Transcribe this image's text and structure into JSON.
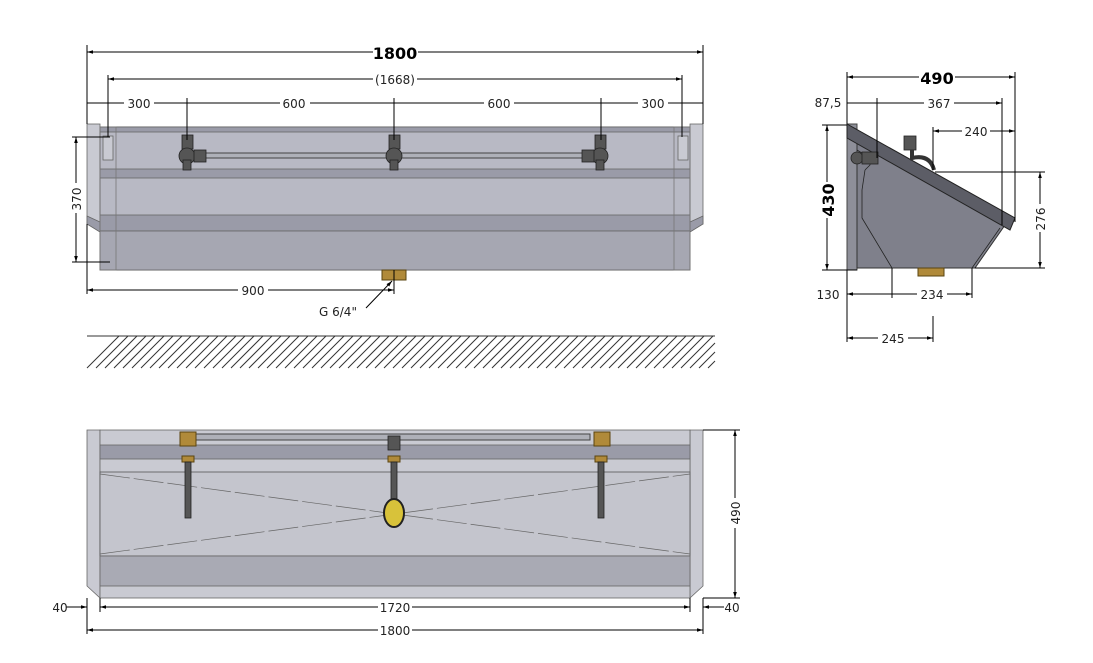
{
  "front_view": {
    "overall_width": "1800",
    "tap_span": "(1668)",
    "spacing": [
      "300",
      "600",
      "600",
      "300"
    ],
    "height": "370",
    "drain_offset": "900",
    "drain_thread": "G 6/4\""
  },
  "side_view": {
    "depth": "490",
    "back_offset": "87,5",
    "tap_reach": "367",
    "spout_offset": "240",
    "height": "430",
    "front_height": "276",
    "bottom_back": "130",
    "bottom_width": "234",
    "drain_depth": "245"
  },
  "top_view": {
    "depth": "490",
    "inner_width": "1720",
    "left_margin": "40",
    "right_margin": "40",
    "overall_width": "1800"
  },
  "colors": {
    "steel": "#b8b9c4",
    "brass": "#b08a3a"
  }
}
